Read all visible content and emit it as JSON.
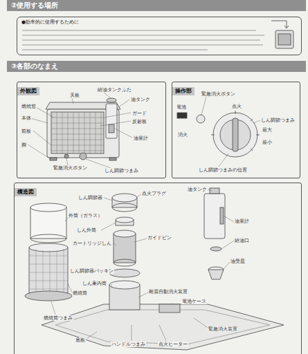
{
  "diagram": {
    "nodes": [
      {
        "text": [
          "②使用する場所"
        ]
      },
      {
        "text": [
          "●効率的に使用するために"
        ]
      },
      {
        "text": [
          "③各部のなまえ"
        ]
      },
      {
        "text": [
          "外観図"
        ]
      },
      {
        "text": [
          "操作部"
        ]
      },
      {
        "text": [
          "構造図"
        ]
      }
    ],
    "labels": [
      "天板",
      "給油タンクふた",
      "油タンク",
      "ガード",
      "反射板",
      "油量計",
      "燃焼窓",
      "本体",
      "前板",
      "脚",
      "緊急消火ボタン",
      "しん調節つまみ",
      "緊急消火ボタン",
      "電池",
      "点火",
      "消火",
      "しん調節つまみ",
      "最大",
      "最小",
      "しん調節つまみの位置",
      "点火プラグ",
      "しん調節器",
      "油タンク",
      "外筒（ガラス）",
      "しん外筒",
      "カートリッジしん",
      "ガイドピン",
      "油量計",
      "給油口",
      "油受皿",
      "しん調節器パッキン",
      "燃焼筒",
      "燃焼筒つまみ",
      "しん案内筒",
      "耐震自動消火装置",
      "電池ケース",
      "底板",
      "ハンドルつまみ",
      "点火ヒーター",
      "緊急消火装置"
    ]
  }
}
